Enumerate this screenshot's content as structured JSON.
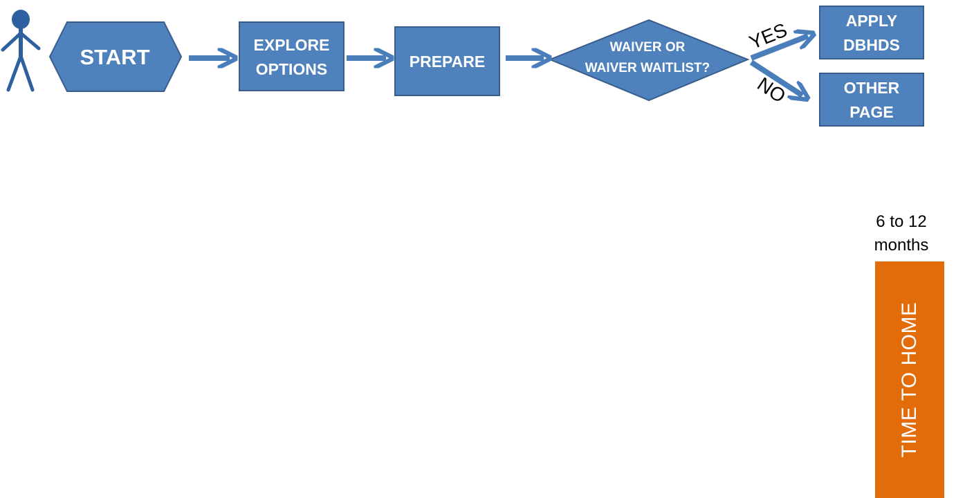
{
  "colors": {
    "node_fill": "#4f81bd",
    "node_stroke": "#385d8a",
    "arrow": "#4a7ebb",
    "person": "#2e5f9e",
    "timeline_bar": "#e36c0a"
  },
  "icons": {
    "person": "stick-figure-icon"
  },
  "flow": {
    "start": "START",
    "explore": [
      "EXPLORE",
      "OPTIONS"
    ],
    "prepare": "PREPARE",
    "decision": [
      "WAIVER OR",
      "WAIVER WAITLIST?"
    ],
    "yes_label": "YES",
    "no_label": "NO",
    "apply": [
      "APPLY",
      "DBHDS"
    ],
    "other": [
      "OTHER",
      "PAGE"
    ]
  },
  "timeline": {
    "caption_line1": "6 to 12",
    "caption_line2": "months",
    "bar_label": "TIME TO HOME"
  }
}
